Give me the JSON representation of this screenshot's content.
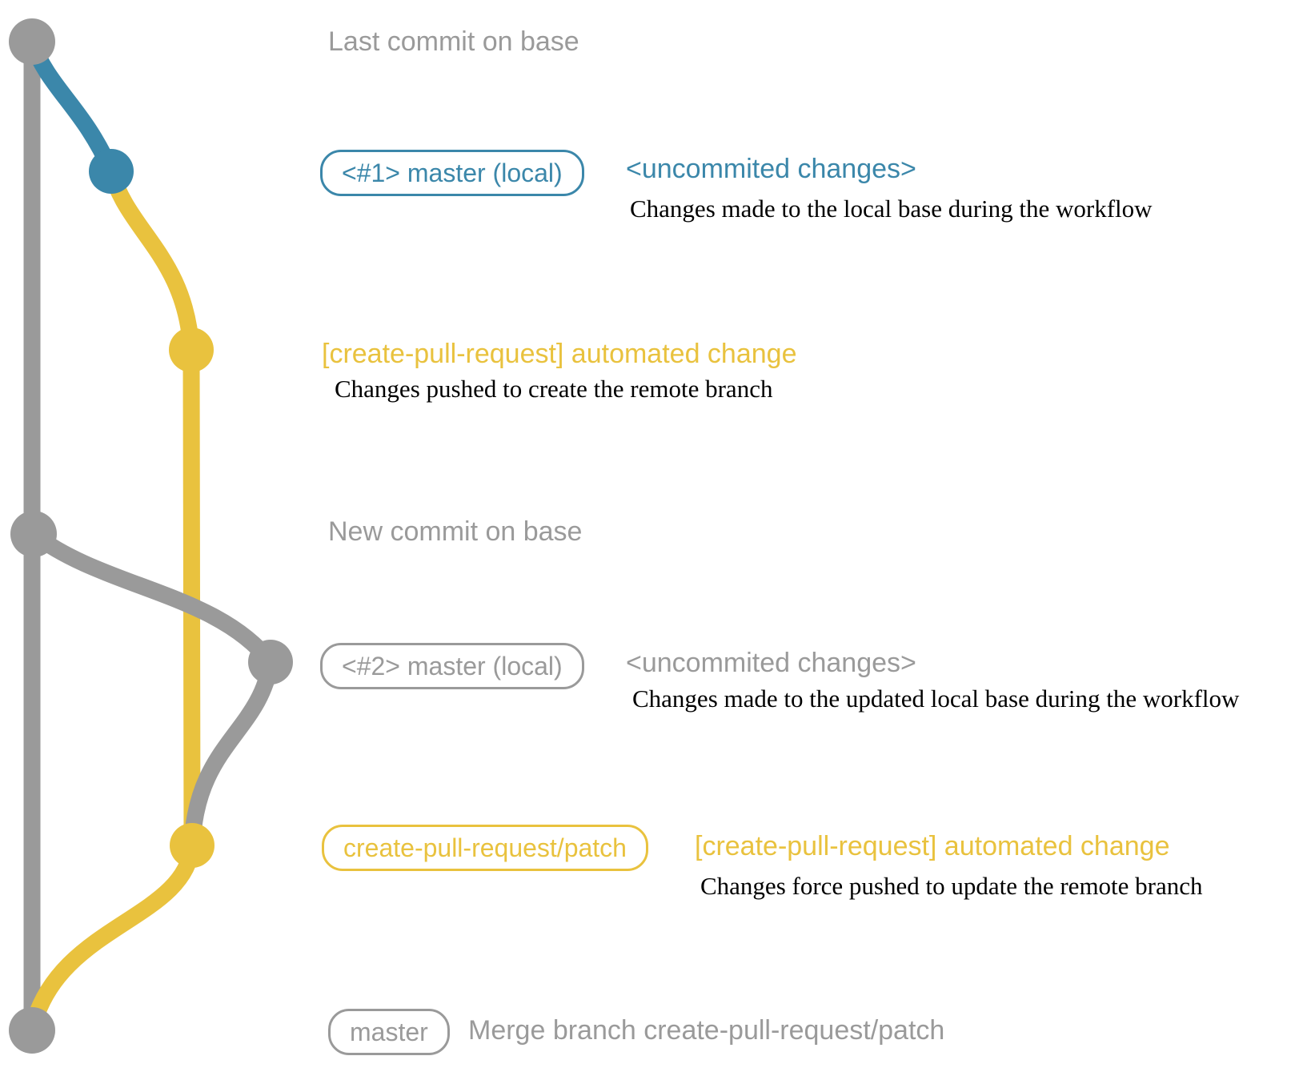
{
  "colors": {
    "gray": "#9a9a9a",
    "blue": "#3b87aa",
    "yellow": "#e9c23e",
    "text": "#000000",
    "background": "#ffffff"
  },
  "rows": {
    "last_commit": {
      "label": "Last commit on base"
    },
    "commit1": {
      "branch_label": "<#1> master (local)",
      "annotation": "<uncommited changes>",
      "description": "Changes made to the local base during the workflow"
    },
    "push1": {
      "annotation": "[create-pull-request] automated change",
      "description": "Changes pushed to create the remote branch"
    },
    "new_commit": {
      "label": "New commit on base"
    },
    "commit2": {
      "branch_label": "<#2> master (local)",
      "annotation": "<uncommited changes>",
      "description": "Changes made to the updated local base during the workflow"
    },
    "push2": {
      "branch_label": "create-pull-request/patch",
      "annotation": "[create-pull-request] automated change",
      "description": "Changes force pushed to update the remote branch"
    },
    "merge": {
      "branch_label": "master",
      "annotation": "Merge branch create-pull-request/patch"
    }
  },
  "graph": {
    "commits": [
      {
        "order": 1,
        "color": "gray",
        "row": "last_commit"
      },
      {
        "order": 2,
        "color": "blue",
        "row": "commit1"
      },
      {
        "order": 3,
        "color": "yellow",
        "row": "push1"
      },
      {
        "order": 4,
        "color": "gray",
        "row": "new_commit"
      },
      {
        "order": 5,
        "color": "gray",
        "row": "commit2"
      },
      {
        "order": 6,
        "color": "yellow",
        "row": "push2"
      },
      {
        "order": 7,
        "color": "gray",
        "row": "merge"
      }
    ]
  }
}
